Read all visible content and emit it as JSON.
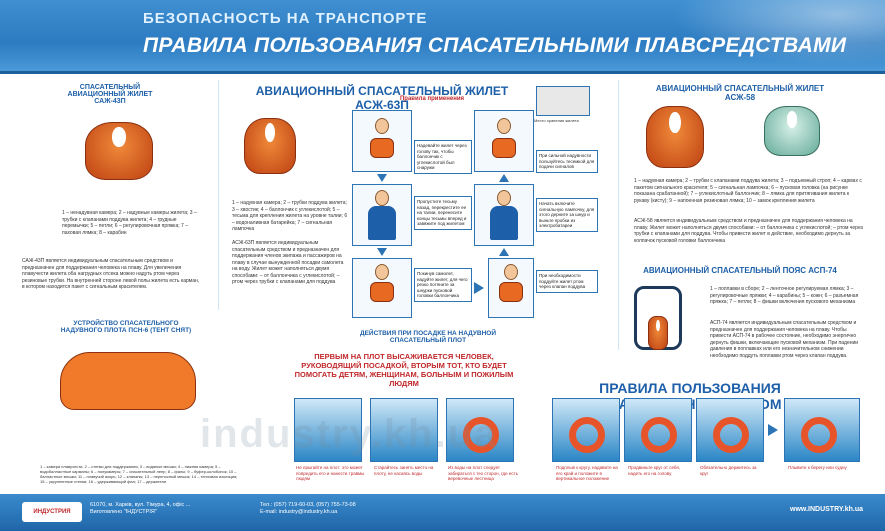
{
  "header": {
    "supertitle": "БЕЗОПАСНОСТЬ НА ТРАНСПОРТЕ",
    "title": "ПРАВИЛА ПОЛЬЗОВАНИЯ СПАСАТЕЛЬНЫМИ ПЛАВСРЕДСТВАМИ"
  },
  "sak43p": {
    "title": "СПАСАТЕЛЬНЫЙ АВИАЦИОННЫЙ ЖИЛЕТ САЖ-43П",
    "legend": "1 – ненадувная камера; 2 – надувные камеры жилета; 3 – трубки с клапанами поддува жилета; 4 – грудные перемычки; 5 – петли; 6 – регулировочная пряжка; 7 – паховая лямка; 8 – карабин",
    "text": "САЖ-43П является индивидуальным спасательным средством и предназначен для поддержания человека на плаву. Для увеличения плавучести жилета оба нагрудных отсека можно надуть ртом через резиновые трубки. На внутренней стороне левой полы жилета есть карман, в котором находится пакет с сигнальным красителем."
  },
  "asg63p": {
    "title": "АВИАЦИОННЫЙ СПАСАТЕЛЬНЫЙ ЖИЛЕТ АСЖ-63П",
    "rules_title": "Правила применения",
    "legend": "1 – надувная камера; 2 – трубки поддува жилета; 3 – хвостик; 4 – баллончик с углекислотой; 5 – тесьма для крепления жилета на уровне талии; 6 – водоналивная батарейка; 7 – сигнальная лампочка",
    "text": "АСЖ-63П является индивидуальным спасательным средством и предназначен для поддержания членов экипажа и пассажиров на плаву в случае вынужденной посадки самолета на воду. Жилет может наполняться двумя способами: – от баллончика с углекислотой; – ртом через трубки с клапанами для поддува",
    "notes": [
      "Надевайте жилет через голову так, чтобы баллончик с углекислотой был снаружи",
      "При сильной надувности пользуйтесь тесемкой для подачи сигналов",
      "Пропустите тесьму назад, перекрестите ее на талии, перенесите концы тесьмы вперед и завяжите под жилетом",
      "Начать включите сигнальную лампочку, для этого дерните за шнур и выньте пробки из электробатареи",
      "Покинув самолет, надуйте жилет, для чего резко потяните за шнурки пусковой головки баллончика",
      "При необходимости поддуйте жилет ртом через клапан поддува"
    ],
    "seat_caption": "Место хранения жилета"
  },
  "asg58": {
    "title": "АВИАЦИОННЫЙ СПАСАТЕЛЬНЫЙ ЖИЛЕТ АСЖ-58",
    "legend": "1 – надувная камера; 2 – трубки с клапанами поддува жилета; 3 – подъемный строп; 4 – кармах с пакетом сигнального красителя; 5 – сигнальная лампочка; 6 – пусковая головка (на рисунке показана срабатанной); 7 – углекислотный баллончик; 8 – лямка для притягивания жилета к рукаву (кисту); 9 – напоенная резиновая лямка; 10 – замок крепления жилета",
    "text": "АСЖ-58 является индивидуальным средством и предназначен для поддержания человека на плаву. Жилет может наполняться двумя способами: – от баллончика с углекислотой; – ртом через трубки с клапанами для поддува. Чтобы привести жилет в действие, необходимо дернуть за колпачок пусковой головки баллончика"
  },
  "asp74": {
    "title": "АВИАЦИОННЫЙ СПАСАТЕЛЬНЫЙ ПОЯС АСП-74",
    "legend": "1 – поплавки в сборе; 2 – ленточное регулируемая лямка; 3 – регулировочные пряжки; 4 – карабины; 5 – кожн; 6 – разъемная пряжка; 7 – петли; 8 – фишки включения пускового механизма",
    "text": "АСП-74 является индивидуальным спасательным средством и предназначен для поддержания человека на плаву. Чтобы привести АСП-74 в рабочее состояние, необходимо энергично дернуть фишки, включающие пусковой механизм. При падении давления в поплавках или его незначительном снижении необходимо поддуть поплавки ртом через клапан поддува."
  },
  "raft": {
    "title": "УСТРОЙСТВО СПАСАТЕЛЬНОГО НАДУВНОГО ПЛОТА ПСН-6 (ТЕНТ СНЯТ)",
    "legend": "1 – камера плавучести; 2 – стенки для поддержания; 3 – водяные мешки; 4 – нижняя камера; 5 – водобалластные карманы; 6 – полукамеры; 7 – спасательный леер; 8 – фалы; 9 – буфер-колобонок; 10 – балластные мешки; 11 – плавучий якорь; 12 – клапаны; 13 – переносный мешок; 14 – тепловая изоляция; 15 – укрупненные стенки; 16 – удерживающий фал; 17 – держатели"
  },
  "boarding": {
    "title": "ДЕЙСТВИЯ ПРИ ПОСАДКЕ НА НАДУВНОЙ СПАСАТЕЛЬНЫЙ ПЛОТ",
    "rule": "ПЕРВЫМ НА ПЛОТ ВЫСАЖИВАЕТСЯ ЧЕЛОВЕК, РУКОВОДЯЩИЙ ПОСАДКОЙ, ВТОРЫМ ТОТ, КТО БУДЕТ ПОМОГАТЬ ДЕТЯМ, ЖЕНЩИНАМ, БОЛЬНЫМ И ПОЖИЛЫМ ЛЮДЯМ",
    "captions": [
      "Не прыгайте на плот: это может повредить его и нанести травмы людям",
      "Старайтесь занять место на плоту, не касаясь воды",
      "Из воды на плот следует забираться с тех сторон, где есть веревочные лестница"
    ]
  },
  "circle": {
    "title": "ПРАВИЛА ПОЛЬЗОВАНИЯ СПАСАТЕЛЬНЫМ КРУГОМ",
    "captions": [
      "Подплыв к кругу, надавите на его край и положите в вертикальное положение",
      "Продвиньте круг от себя, надеть его на голову",
      "Обязательно держитесь за круг",
      "Плывите к берегу или судну"
    ]
  },
  "footer": {
    "logo": "ИНДУСТРИЯ",
    "address": "61070, м. Харків, вул. Тімура, 4, офіс ...",
    "phones": "Тел.: (057) 719-60-03, (057) 755-73-08",
    "maker": "Виготовлено \"ІНДУСТРІЯ\"",
    "email": "E-mail: industry@industry.kh.ua",
    "web": "www.INDUSTRY.kh.ua"
  },
  "watermark": "industry.kh.ua"
}
